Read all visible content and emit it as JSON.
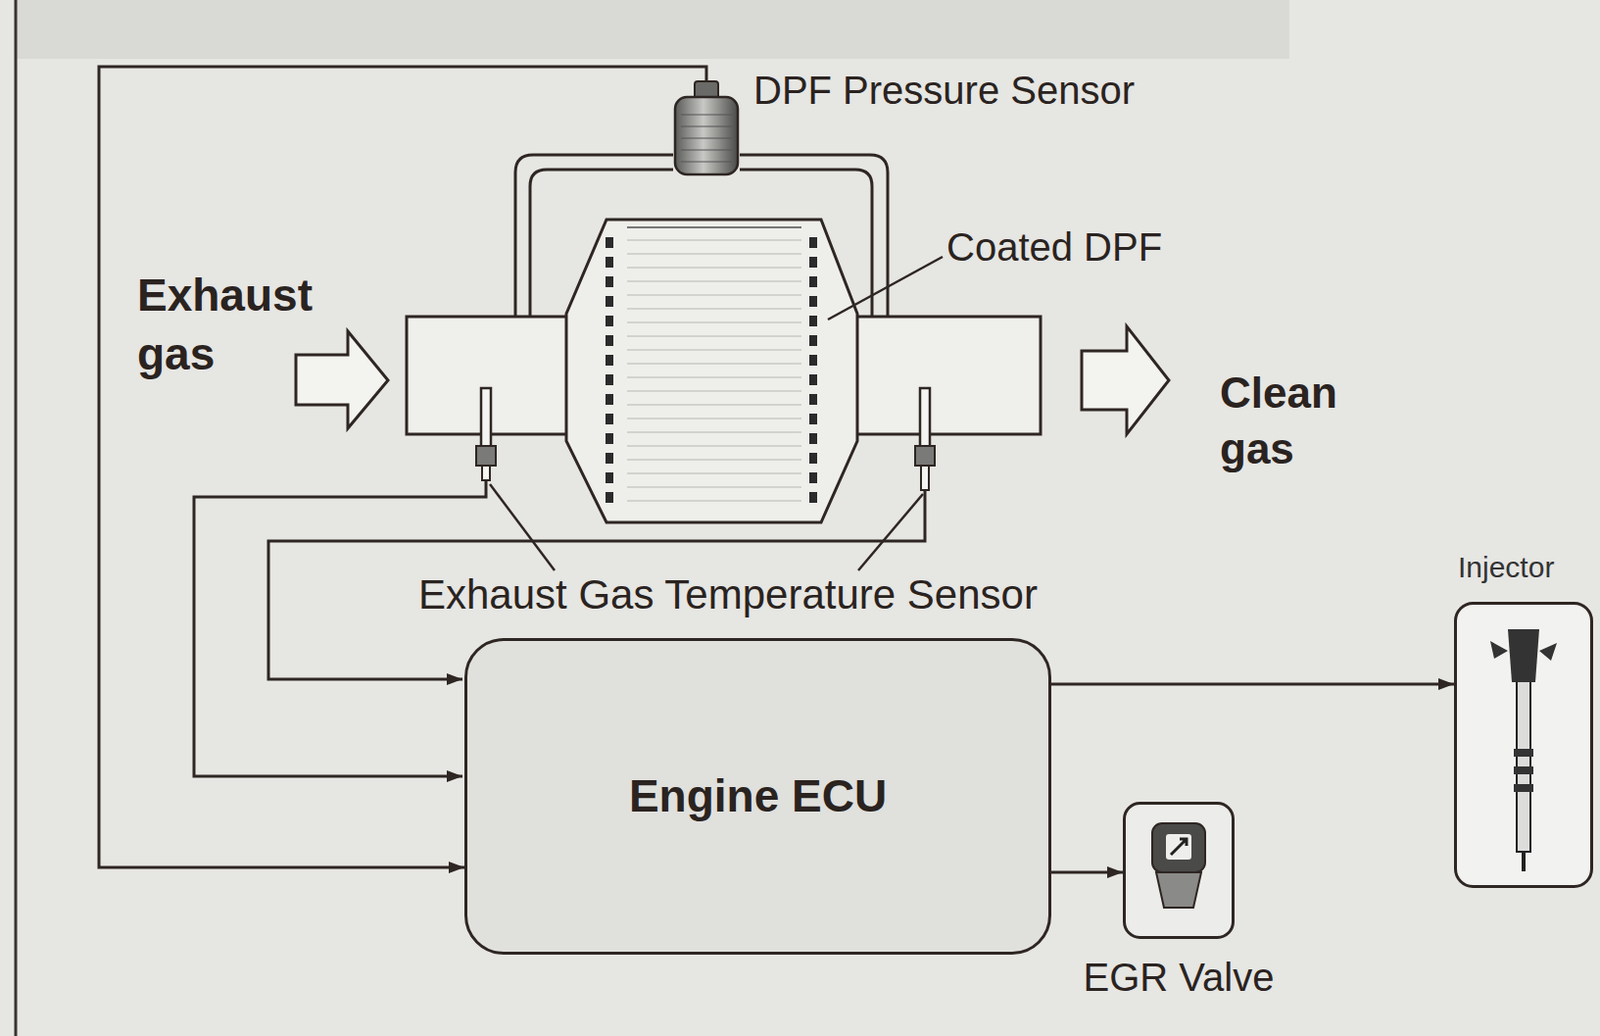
{
  "diagram": {
    "nodes": [
      {
        "text": [
          "DPF Pressure Sensor"
        ]
      },
      {
        "text": [
          "Injector"
        ]
      },
      {
        "text": [
          "Engine ECU"
        ]
      },
      {
        "text": [
          "EGR Valve"
        ]
      }
    ],
    "edges": [
      {
        "from": 0,
        "to": 2,
        "arrow": "to"
      },
      {
        "from": 2,
        "to": 1,
        "arrow": "to"
      },
      {
        "from": 2,
        "to": 3,
        "arrow": "to"
      }
    ],
    "labels": [
      "Coated DPF",
      "Exhaust gas",
      "Clean gas",
      "Exhaust Gas Temperature Sensor"
    ]
  }
}
